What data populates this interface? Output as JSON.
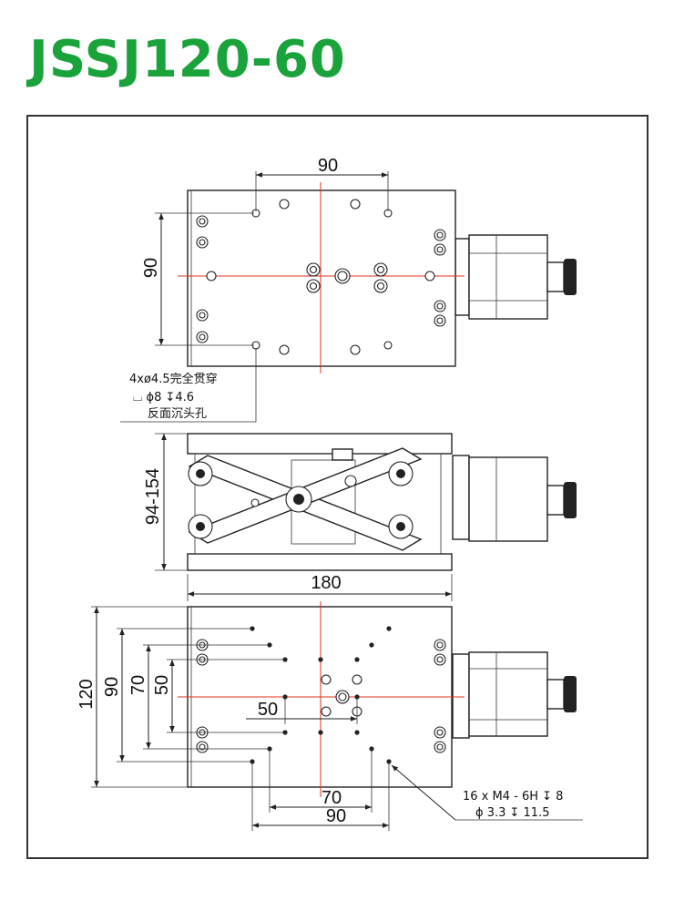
{
  "title": "JSSJ120-60",
  "top_view": {
    "dim_width": "90",
    "dim_height": "90",
    "note_line1": "4xø4.5完全贯穿",
    "note_line2": "⌴ ϕ8 ↧4.6",
    "note_line3": "反面沉头孔"
  },
  "side_view": {
    "dim_height": "94-154",
    "dim_width": "180"
  },
  "bottom_view": {
    "dim_120": "120",
    "dim_90": "90",
    "dim_70": "70",
    "dim_50": "50",
    "dim_50h": "50",
    "dim_70h": "70",
    "dim_90h": "90",
    "note_line1": "16 x M4 - 6H ↧ 8",
    "note_line2": "ϕ 3.3 ↧ 11.5"
  },
  "colors": {
    "title": "#1aa33a",
    "centerline": "#e0301e",
    "frame": "#333333"
  }
}
